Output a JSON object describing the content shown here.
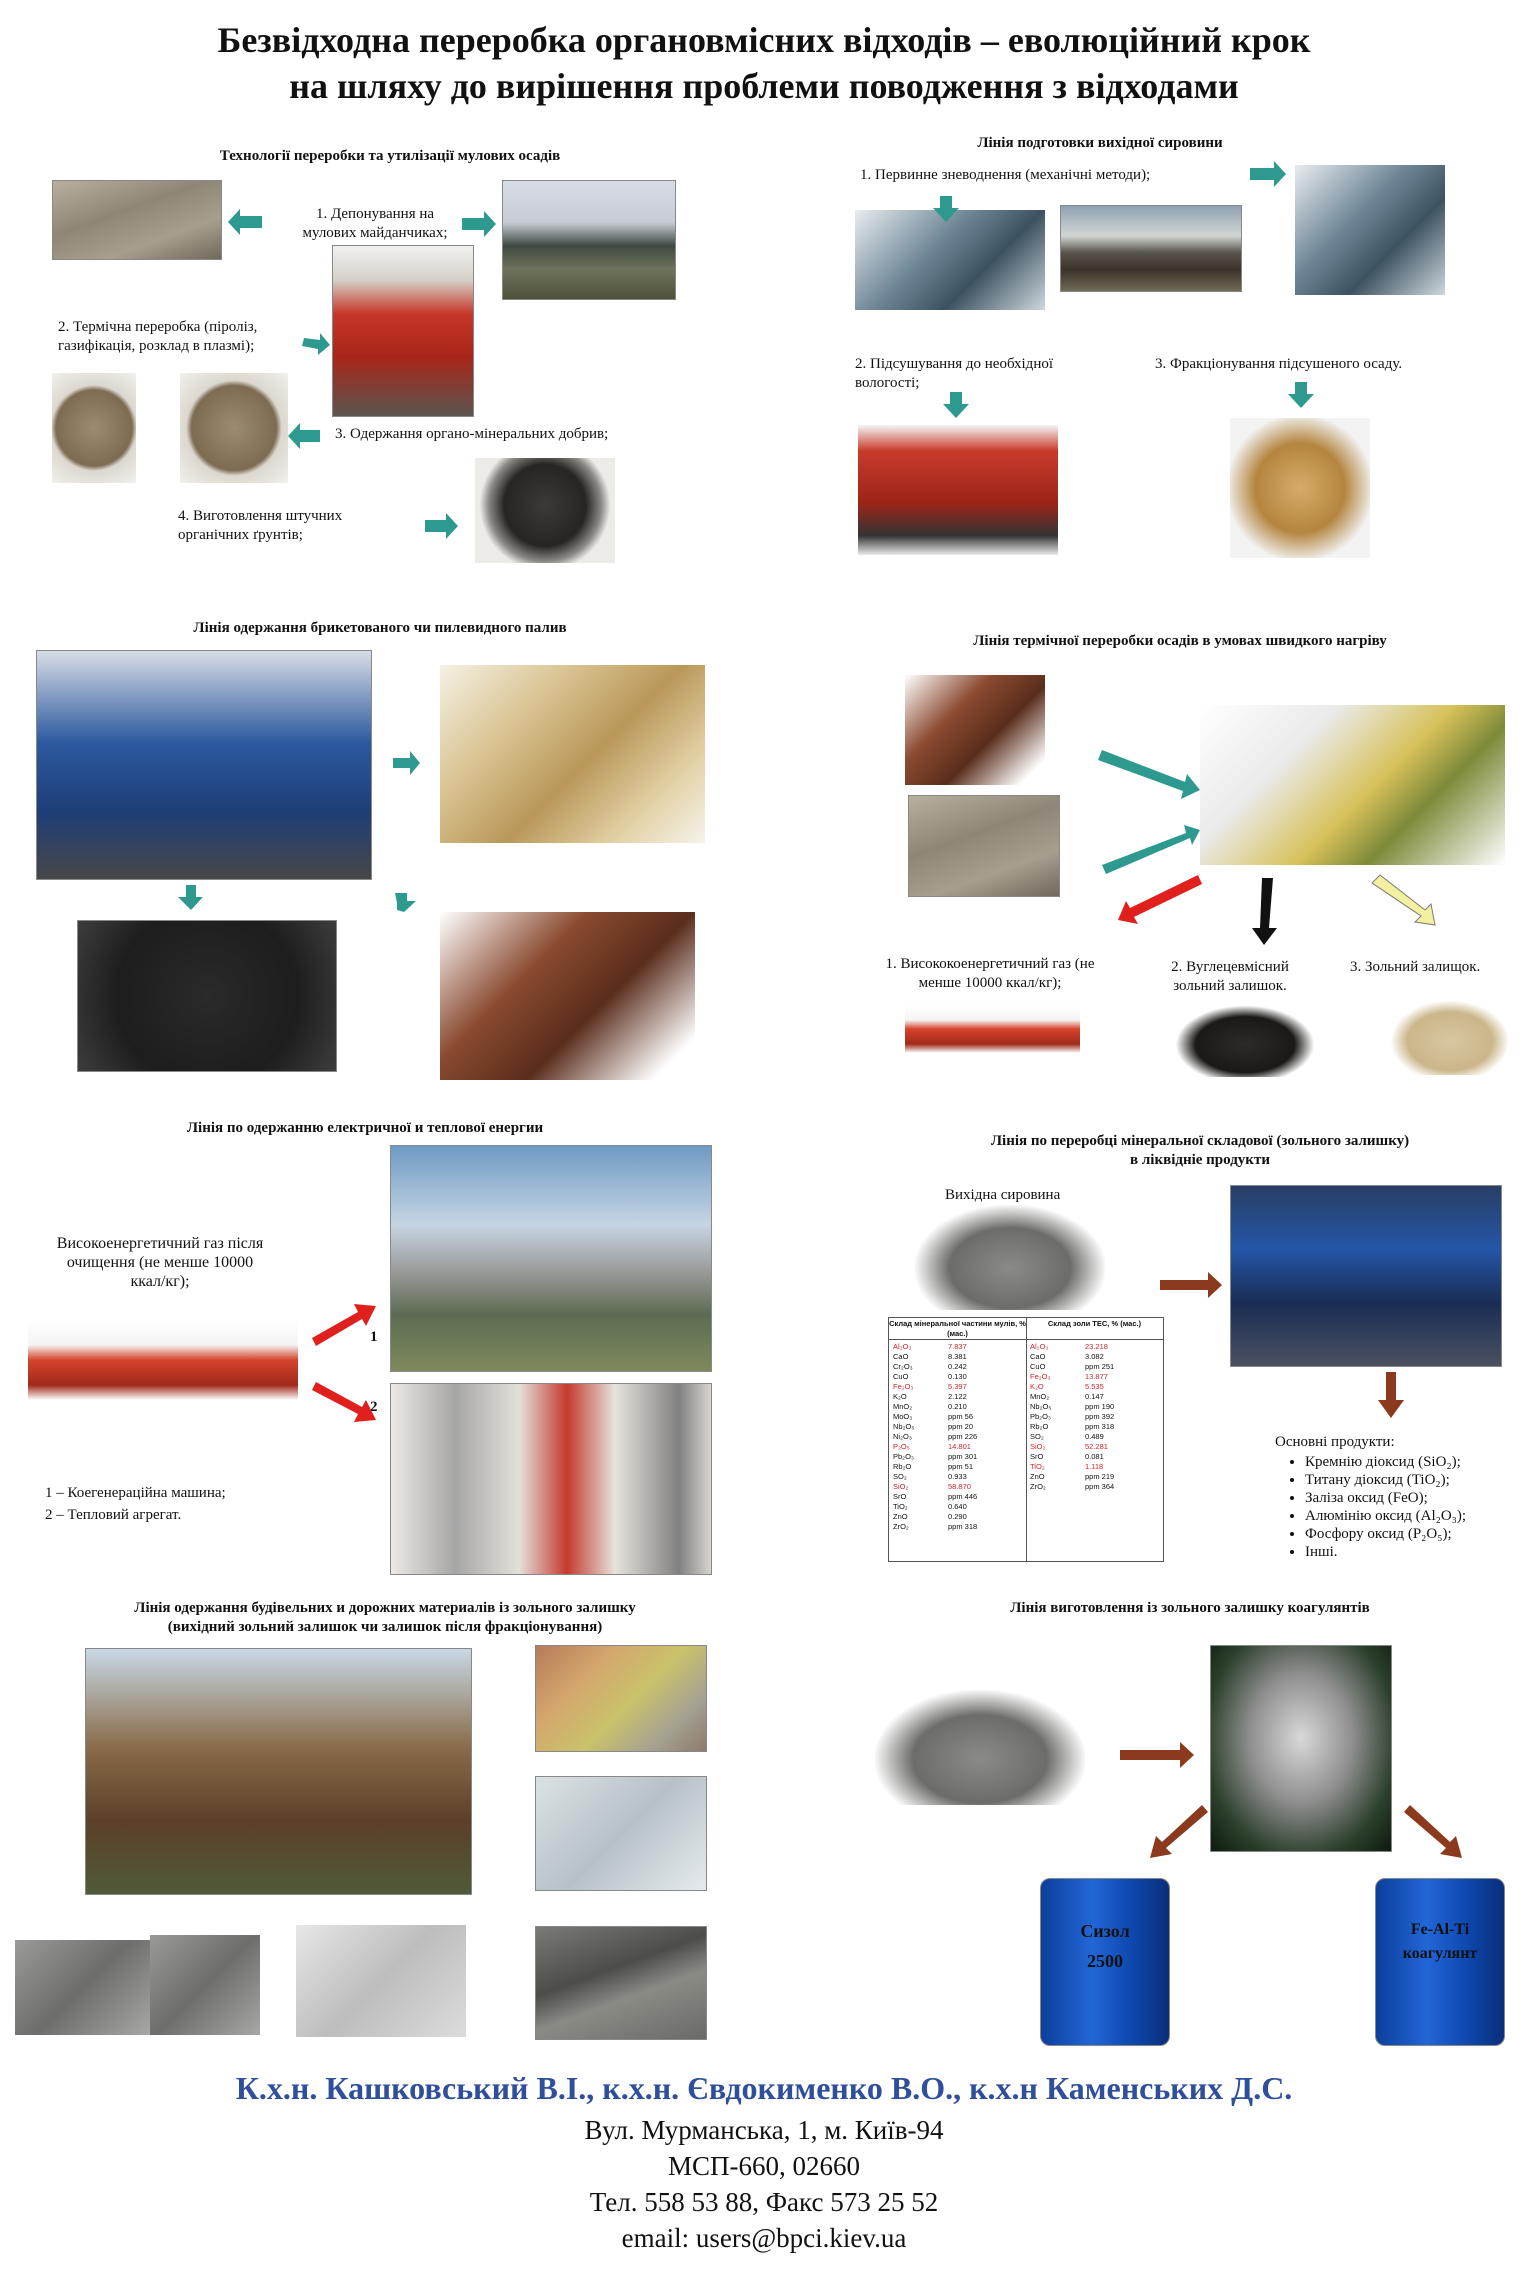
{
  "title": {
    "line1": "Безвідходна переробка органовмісних відходів – еволюційний крок",
    "line2": "на шляху до вирішення проблеми поводження з відходами"
  },
  "s1": {
    "title": "Технології  переробки та утилізації мулових осадів",
    "step1": "1.  Депонування на мулових майданчиках;",
    "step2": "2. Термічна переробка (піроліз, газифікація, розклад в плазмі);",
    "step3": "3. Одержання органо-мінеральних добрив;",
    "step4": "4. Виготовлення штучних органічних ґрунтів;"
  },
  "s2": {
    "title": "Лінія подготовки вихідної сировини",
    "step1": "1.    Первинне зневоднення (механічні методи);",
    "step2": "2. Підсушування до необхідної вологості;",
    "step3": "3. Фракціонування підсушеного осаду."
  },
  "s3": {
    "title": "Лінія одержання брикетованого чи пилевидного палив"
  },
  "s4": {
    "title": "Лінія термічної переробки осадів в умовах швидкого нагріву",
    "out1": "1.   Висококоенергетичний газ (не менше 10000 ккал/кг);",
    "out2": "2. Вуглецевмісний зольний залишок.",
    "out3": "3. Зольний залищок."
  },
  "s5": {
    "title": "Лінія по одержанню електричної и теплової енергии",
    "gas": "Високоенергетичний газ після очищення (не менше 10000 ккал/кг);",
    "n1": "1",
    "n2": "2",
    "legend1": "1 – Коегенераційна машина;",
    "legend2": "2 – Тепловий агрегат."
  },
  "s6": {
    "title1": "Лінія по переробці мінеральної складової (зольного залишку)",
    "title2": "в ліквідніе продукти",
    "raw": "Вихідна сировина",
    "products_title": "Основні продукти:",
    "products": [
      "Кремнію діоксид (SiO₂);",
      "Титану діоксид (TiO₂);",
      "Заліза оксид (FeO);",
      "Алюмінію оксид (Al₂O₃);",
      "Фосфору оксид (P₂O₅);",
      "Інші."
    ],
    "table": {
      "left_header": "Склад мінеральної частини мулів, % (мас.)",
      "right_header": "Склад золи ТЕС, % (мас.)",
      "left": [
        [
          "Al₂O₃",
          "7.837",
          true
        ],
        [
          "CaO",
          "8.381",
          false
        ],
        [
          "Cr₂O₃",
          "0.242",
          false
        ],
        [
          "CuO",
          "0.130",
          false
        ],
        [
          "Fe₂O₃",
          "5.397",
          true
        ],
        [
          "K₂O",
          "2.122",
          false
        ],
        [
          "MnO₂",
          "0.210",
          false
        ],
        [
          "MoO₃",
          "ppm 56",
          false
        ],
        [
          "Nb₂O₅",
          "ppm 20",
          false
        ],
        [
          "Ni₂O₃",
          "ppm 226",
          false
        ],
        [
          "P₂O₅",
          "14.801",
          true
        ],
        [
          "Pb₂O₃",
          "ppm 301",
          false
        ],
        [
          "Rb₂O",
          "ppm 51",
          false
        ],
        [
          "SO₂",
          "0.933",
          false
        ],
        [
          "SiO₂",
          "58.870",
          true
        ],
        [
          "SrO",
          "ppm 446",
          false
        ],
        [
          "TiO₂",
          "0.640",
          false
        ],
        [
          "ZnO",
          "0.290",
          false
        ],
        [
          "ZrO₂",
          "ppm 318",
          false
        ]
      ],
      "right": [
        [
          "Al₂O₃",
          "23.218",
          true
        ],
        [
          "CaO",
          "3.082",
          false
        ],
        [
          "CuO",
          "ppm 251",
          false
        ],
        [
          "Fe₂O₃",
          "13.877",
          true
        ],
        [
          "K₂O",
          "5.535",
          true
        ],
        [
          "MnO₂",
          "0.147",
          false
        ],
        [
          "Nb₂O₅",
          "ppm 190",
          false
        ],
        [
          "Pb₂O₃",
          "ppm 392",
          false
        ],
        [
          "Rb₂O",
          "ppm 318",
          false
        ],
        [
          "SO₂",
          "0.489",
          false
        ],
        [
          "SiO₂",
          "52.281",
          true
        ],
        [
          "SrO",
          "0.081",
          false
        ],
        [
          "TiO₂",
          "1.118",
          true
        ],
        [
          "ZnO",
          "ppm 219",
          false
        ],
        [
          "ZrO₂",
          "ppm 364",
          false
        ]
      ]
    }
  },
  "s7": {
    "title1": "Лінія одержання будівельних и дорожних материалів із зольного залишку",
    "title2": "(вихідний зольний залишок чи залишок після фракціонування)"
  },
  "s8": {
    "title": "Лінія виготовлення із зольного залишку коагулянтів",
    "can1_l1": "Сизол",
    "can1_l2": "2500",
    "can2_l1": "Fe-Al-Ti",
    "can2_l2": "коагулянт"
  },
  "footer": {
    "authors": "К.х.н. Кашковський В.І., к.х.н. Євдокименко В.О., к.х.н Каменських Д.С.",
    "address": "Вул. Мурманська, 1, м. Київ-94",
    "box": "МСП-660, 02660",
    "phone": "Тел. 558 53 88, Факс 573 25 52",
    "email": "email: users@bpci.kiev.ua"
  },
  "colors": {
    "teal_arrow": "#2e9a8f",
    "red_arrow": "#e0201c",
    "brown_arrow": "#8b3a1e",
    "authors": "#2f4f9c"
  }
}
